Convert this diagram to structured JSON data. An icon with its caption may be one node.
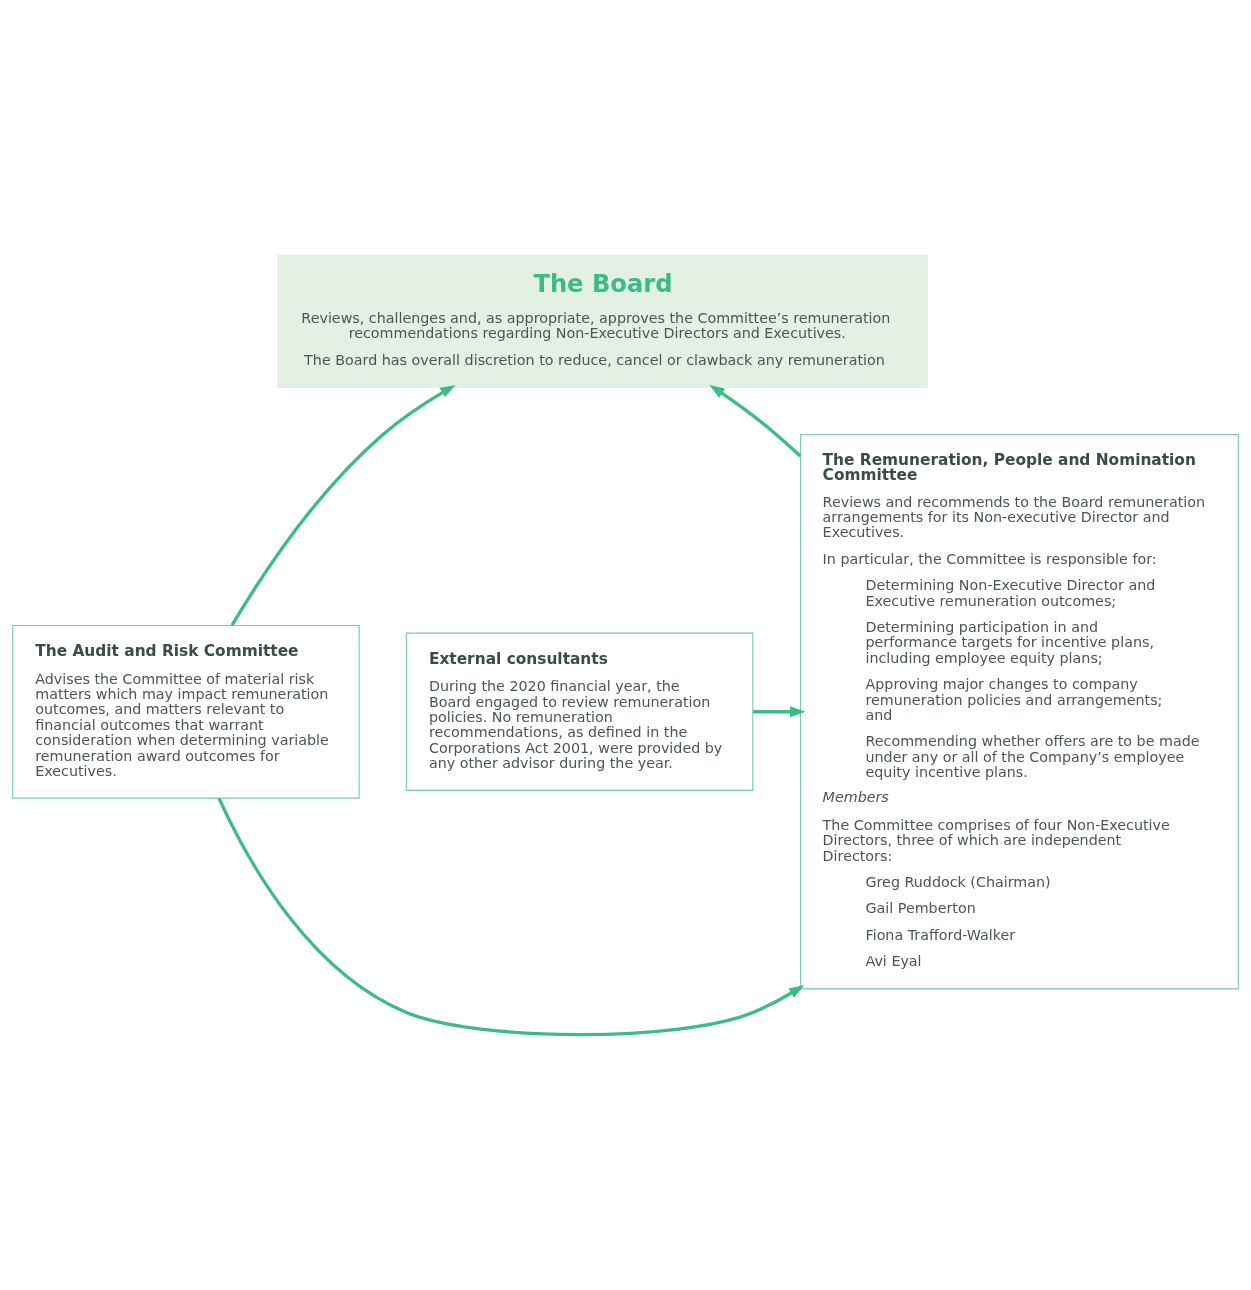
{
  "diagram": {
    "nodes": [
      {
        "text": [
          "The Board",
          "Reviews, challenges and, as appropriate, approves the Committee’s remuneration recommendations regarding Non-Executive Directors and Executives.",
          "The Board has overall discretion to reduce, cancel or clawback any remuneration"
        ]
      },
      {
        "text": [
          "The Remuneration, People and Nomination Committee",
          "Reviews and recommends to the Board remuneration arrangements for its Non-executive Director and Executives.",
          "In particular, the Committee is responsible for:",
          "Determining Non-Executive Director and Executive remuneration outcomes;",
          "Determining participation in and performance targets for incentive plans, including employee equity plans;",
          "Approving major changes to company remuneration policies and arrangements; and",
          "Recommending whether offers are to be made under any or all of the Company’s employee equity incentive plans.",
          "Members",
          "The Committee comprises of four Non-Executive Directors, three of which are independent Directors:",
          "Greg Ruddock (Chairman)",
          "Gail Pemberton",
          "Fiona Trafford-Walker",
          "Avi Eyal"
        ]
      },
      {
        "text": [
          "The Audit and Risk Committee",
          "Advises the Committee of material risk matters which may impact remuneration outcomes, and matters relevant to financial outcomes that warrant consideration when determining variable remuneration award outcomes for Executives."
        ]
      },
      {
        "text": [
          "External consultants",
          "During the 2020 financial year, the Board engaged to review remuneration policies. No remuneration recommendations, as defined in the Corporations Act 2001, were provided by any other advisor during the year."
        ]
      }
    ],
    "edges": [
      {
        "from": 1,
        "to": 0,
        "arrow": "to"
      },
      {
        "from": 2,
        "to": 0,
        "arrow": "to"
      },
      {
        "from": 2,
        "to": 1,
        "arrow": "to"
      },
      {
        "from": 3,
        "to": 1,
        "arrow": "to"
      }
    ]
  }
}
